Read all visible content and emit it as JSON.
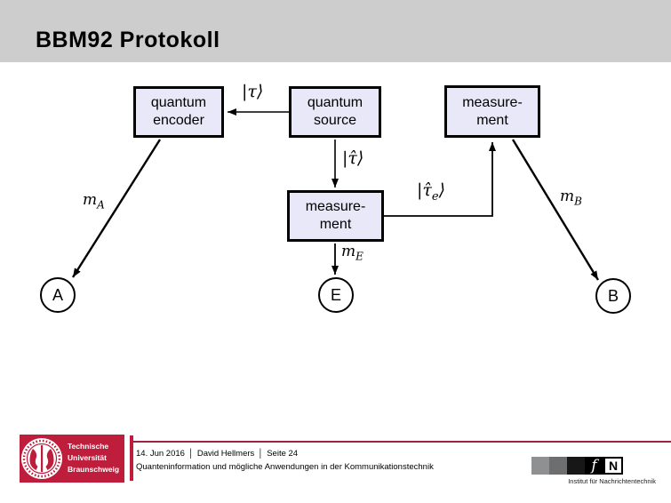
{
  "slide": {
    "title": "BBM92 Protokoll"
  },
  "diagram": {
    "boxes": {
      "encoder": {
        "line1": "quantum",
        "line2": "encoder"
      },
      "source": {
        "line1": "quantum",
        "line2": "source"
      },
      "measurement_top": {
        "line1": "measure-",
        "line2": "ment"
      },
      "measurement_mid": {
        "line1": "measure-",
        "line2": "ment"
      }
    },
    "nodes": {
      "alice": "A",
      "eve": "E",
      "bob": "B"
    },
    "labels": {
      "tau": "|τ⟩",
      "tau_hat": "|τ̂⟩",
      "tau_hat_e": {
        "pre": "|τ̂",
        "sub": "e",
        "post": "⟩"
      },
      "m_a": {
        "base": "m",
        "sub": "A"
      },
      "m_e": {
        "base": "m",
        "sub": "E"
      },
      "m_b": {
        "base": "m",
        "sub": "B"
      }
    }
  },
  "footer": {
    "logo": {
      "line1": "Technische",
      "line2": "Universität",
      "line3": "Braunschweig"
    },
    "date": "14. Jun 2016",
    "author": "David Hellmers",
    "page": "Seite 24",
    "separator": "│",
    "subtitle": "Quanteninformation und mögliche Anwendungen in der Kommunikationstechnik",
    "institute": {
      "f": "f",
      "n": "N",
      "caption": "Institut für Nachrichtentechnik"
    }
  },
  "colors": {
    "header_bg": "#cdcdcd",
    "box_fill": "#e8e8f8",
    "tu_red": "#be1e3c",
    "footer_rule": "#9b2143",
    "ifn_gray_light": "#8f9091",
    "ifn_gray_dark": "#6c6e70",
    "ifn_black": "#171717"
  }
}
